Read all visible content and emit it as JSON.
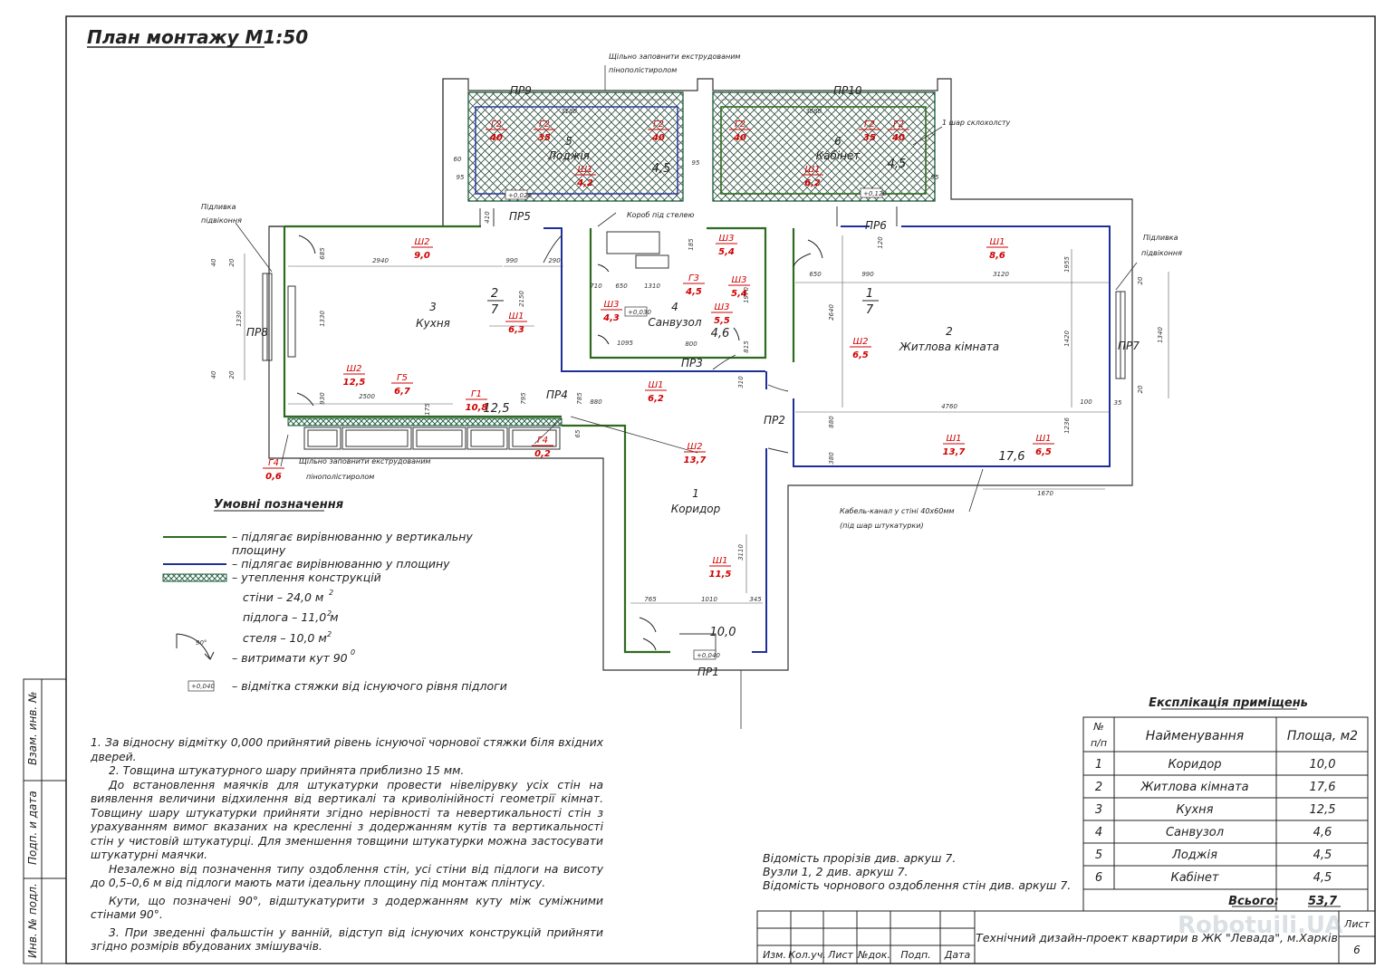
{
  "title": "План монтажу М1:50",
  "annotations": {
    "loggia_fill_top": "Щільно заповнити екструдованим",
    "loggia_fill_bottom": "пінополістиролом",
    "kitchen_fill_top": "Щільно заповнити екструдованим",
    "kitchen_fill_bottom": "пінополістиролом",
    "glass_layer": "1 шар склохолсту",
    "sill_left_1": "Підливка",
    "sill_left_2": "підвіконня",
    "sill_right_1": "Підливка",
    "sill_right_2": "підвіконня",
    "box": "Короб під стелею",
    "cable_1": "Кабель-канал у стіні 40х60мм",
    "cable_2": "(під шар штукатурки)"
  },
  "openings": [
    "ПР1",
    "ПР2",
    "ПР3",
    "ПР4",
    "ПР5",
    "ПР6",
    "ПР7",
    "ПР8",
    "ПР9",
    "ПР10"
  ],
  "rooms": [
    {
      "num": "5",
      "name": "Лоджія",
      "area": "4,5"
    },
    {
      "num": "6",
      "name": "Кабінет",
      "area": "4,5"
    },
    {
      "num": "3",
      "name": "Кухня",
      "area": "12,5"
    },
    {
      "num": "4",
      "name": "Санвузол",
      "area": "4,6"
    },
    {
      "num": "2",
      "name": "Житлова кімната",
      "area": "17,6"
    },
    {
      "num": "1",
      "name": "Коридор",
      "area": "10,0"
    }
  ],
  "sections": [
    {
      "a": "2",
      "b": "7"
    },
    {
      "a": "1",
      "b": "7"
    }
  ],
  "tags": [
    {
      "code": "Г2",
      "val": "40"
    },
    {
      "code": "Г2",
      "val": "35"
    },
    {
      "code": "Г2",
      "val": "40"
    },
    {
      "code": "Ш1",
      "val": "4,2"
    },
    {
      "code": "Г2",
      "val": "40"
    },
    {
      "code": "Г2",
      "val": "35"
    },
    {
      "code": "Г2",
      "val": "40"
    },
    {
      "code": "Ш1",
      "val": "6,2"
    },
    {
      "code": "Ш2",
      "val": "9,0"
    },
    {
      "code": "Ш1",
      "val": "6,3"
    },
    {
      "code": "Ш2",
      "val": "12,5"
    },
    {
      "code": "Г5",
      "val": "6,7"
    },
    {
      "code": "Г1",
      "val": "10,8"
    },
    {
      "code": "Ш3",
      "val": "5,4"
    },
    {
      "code": "Ш3",
      "val": "5,4"
    },
    {
      "code": "Г3",
      "val": "4,5"
    },
    {
      "code": "Ш3",
      "val": "4,3"
    },
    {
      "code": "Ш3",
      "val": "5,5"
    },
    {
      "code": "Ш1",
      "val": "6,2"
    },
    {
      "code": "Г4",
      "val": "0,2"
    },
    {
      "code": "Ш2",
      "val": "13,7"
    },
    {
      "code": "Г4",
      "val": "0,6"
    },
    {
      "code": "Ш1",
      "val": "8,6"
    },
    {
      "code": "Ш2",
      "val": "6,5"
    },
    {
      "code": "Ш1",
      "val": "13,7"
    },
    {
      "code": "Ш1",
      "val": "6,5"
    },
    {
      "code": "Ш1",
      "val": "11,5"
    }
  ],
  "dims": [
    "2940",
    "990",
    "290",
    "2150",
    "1330",
    "1330",
    "2500",
    "930",
    "685",
    "40",
    "20",
    "40",
    "20",
    "3180",
    "3080",
    "60",
    "95",
    "95",
    "95",
    "650",
    "710",
    "1310",
    "185",
    "1970",
    "1095",
    "800",
    "815",
    "175",
    "795",
    "785",
    "880",
    "65",
    "3120",
    "990",
    "1955",
    "650",
    "2640",
    "1420",
    "4760",
    "1236",
    "880",
    "380",
    "1670",
    "100",
    "35",
    "20",
    "20",
    "1340",
    "3110",
    "765",
    "1010",
    "345",
    "310",
    "120",
    "410"
  ],
  "marks": [
    "+0,020",
    "+0,120",
    "+0,030",
    "+0,040"
  ],
  "legend": {
    "title": "Умовні позначення",
    "items": [
      "– підлягає вирівнюванню у вертикальну",
      "площину",
      "– підлягає вирівнюванню у площину",
      "– утеплення конструкцій",
      "стіни – 24,0 м",
      "підлога – 11,0 м",
      "стеля – 10,0 м",
      "– витримати кут 90",
      "– відмітка стяжки від існуючого рівня підлоги"
    ],
    "angle_label": "90°",
    "mark_sample": "+0,040"
  },
  "notes": [
    "1. За відносну відмітку 0,000 прийнятий рівень існуючої чорнової стяжки біля вхідних дверей.",
    "2. Товщина штукатурного шару прийнята приблизно 15 мм.",
    "До встановлення маячків для штукатурки провести нівелірувку усіх стін на виявлення величини відхилення від вертикалі та криволінійності геометрії кімнат. Товщину шару штукатурки прийняти згідно нерівності та невертикальності стін з урахуванням вимог вказаних на кресленні з додержанням кутів та вертикальності стін у чистовій штукатурці. Для зменшення товщини штукатурки можна застосувати штукатурні маячки.",
    "Незалежно від позначення типу оздоблення стін, усі стіни від підлоги на висоту до 0,5–0,6 м від підлоги мають мати ідеальну площину під монтаж плінтусу.",
    "Кути, що позначені 90°, відштукатурити з додержанням куту між суміжними стінами 90°.",
    "3. При зведенні фальшстін у ванній, відступ від існуючих конструкцій прийняти згідно розмірів вбудованих змішувачів."
  ],
  "refs": [
    "Відомість прорізів див. аркуш 7.",
    "Вузли 1, 2 див. аркуш 7.",
    "Відомість чорнового оздоблення стін див. аркуш 7."
  ],
  "explication": {
    "title": "Експлікація приміщень",
    "headers": [
      "№ п/п",
      "Найменування",
      "Площа, м2"
    ],
    "rows": [
      [
        "1",
        "Коридор",
        "10,0"
      ],
      [
        "2",
        "Житлова кімната",
        "17,6"
      ],
      [
        "3",
        "Кухня",
        "12,5"
      ],
      [
        "4",
        "Санвузол",
        "4,6"
      ],
      [
        "5",
        "Лоджія",
        "4,5"
      ],
      [
        "6",
        "Кабінет",
        "4,5"
      ]
    ],
    "total_label": "Всього:",
    "total": "53,7"
  },
  "side_stamp": [
    "Взам. инв. №",
    "Подп. и дата",
    "Инв. № подл."
  ],
  "stamp": {
    "cols": [
      "Изм.",
      "Кол.уч.",
      "Лист",
      "№док.",
      "Подп.",
      "Дата"
    ],
    "project": "Технічний дизайн-проект квартири в ЖК \"Левада\", м.Харків",
    "sheet_label": "Лист",
    "sheet": "6"
  },
  "watermark": "Robotuili.UA",
  "colors": {
    "vertical_plane": "#2e6a1f",
    "plane": "#1f2f9a",
    "insulation": "#1a5a3a",
    "tags": "#d00000"
  }
}
